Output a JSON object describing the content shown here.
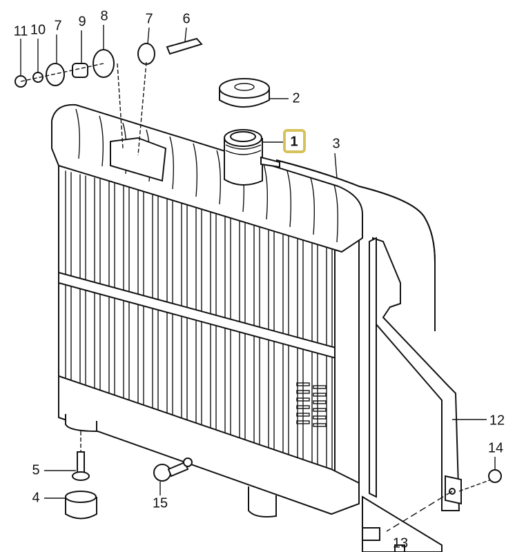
{
  "diagram": {
    "title": "",
    "highlight_color": "#d6c25a",
    "callouts": [
      {
        "id": "label-11",
        "text": "11"
      },
      {
        "id": "label-10",
        "text": "10"
      },
      {
        "id": "label-7a",
        "text": "7"
      },
      {
        "id": "label-9",
        "text": "9"
      },
      {
        "id": "label-8",
        "text": "8"
      },
      {
        "id": "label-7b",
        "text": "7"
      },
      {
        "id": "label-6",
        "text": "6"
      },
      {
        "id": "label-2",
        "text": "2"
      },
      {
        "id": "label-1",
        "text": "1",
        "highlighted": true
      },
      {
        "id": "label-3",
        "text": "3"
      },
      {
        "id": "label-12",
        "text": "12"
      },
      {
        "id": "label-14",
        "text": "14"
      },
      {
        "id": "label-13",
        "text": "13"
      },
      {
        "id": "label-5",
        "text": "5"
      },
      {
        "id": "label-4",
        "text": "4"
      },
      {
        "id": "label-15",
        "text": "15"
      }
    ]
  }
}
